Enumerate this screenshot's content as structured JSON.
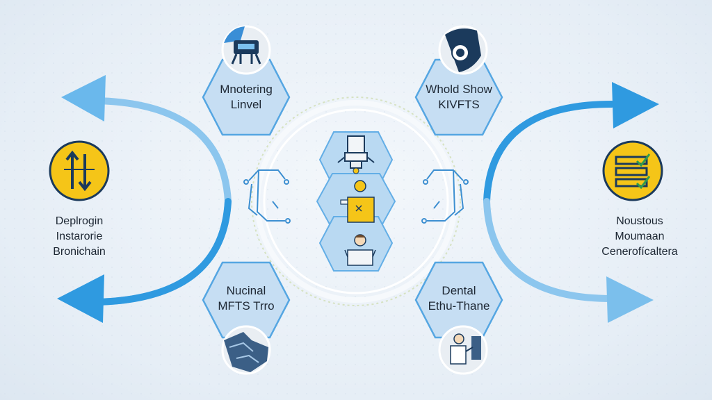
{
  "colors": {
    "background": "#e9f0f7",
    "arrow_blue": "#2f9ae0",
    "hex_fill": "#cfe4f6",
    "hex_stroke": "#4aa3e3",
    "yellow": "#f5c518",
    "navy": "#1b3a5c"
  },
  "icons": {
    "top_left": "robot-icon",
    "top_right": "camera-lens-icon",
    "left": "arrows-up-down-icon",
    "right": "checklist-icon",
    "bottom_left": "circuit-icon",
    "bottom_right": "technician-icon",
    "center_top": "robotic-arm-icon",
    "center_mid": "worker-icon",
    "center_bottom": "person-icon"
  },
  "nodes": {
    "top_left": {
      "line1": "Mnotering",
      "line2": "Linvel"
    },
    "top_right": {
      "line1": "Whold Show",
      "line2": "KIVFTS"
    },
    "bottom_left": {
      "line1": "Nucinal",
      "line2": "MFTS Trro"
    },
    "bottom_right": {
      "line1": "Dental",
      "line2": "Ethu-Thane"
    },
    "left": {
      "line1": "Deplrogin",
      "line2": "Instarorie",
      "line3": "Bronichain"
    },
    "right": {
      "line1": "Noustous",
      "line2": "Moumaan",
      "line3": "Cenerofícaltera"
    }
  }
}
